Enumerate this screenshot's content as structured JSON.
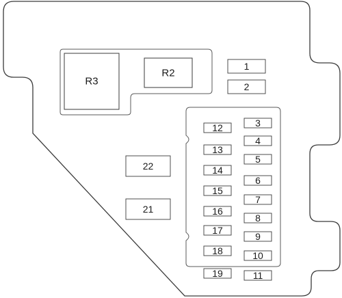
{
  "relays": [
    {
      "id": "R3",
      "label": "R3"
    },
    {
      "id": "R2",
      "label": "R2"
    }
  ],
  "fuses": [
    {
      "id": "f1",
      "label": "1"
    },
    {
      "id": "f2",
      "label": "2"
    },
    {
      "id": "f3",
      "label": "3"
    },
    {
      "id": "f4",
      "label": "4"
    },
    {
      "id": "f5",
      "label": "5"
    },
    {
      "id": "f6",
      "label": "6"
    },
    {
      "id": "f7",
      "label": "7"
    },
    {
      "id": "f8",
      "label": "8"
    },
    {
      "id": "f9",
      "label": "9"
    },
    {
      "id": "f10",
      "label": "10"
    },
    {
      "id": "f11",
      "label": "11"
    },
    {
      "id": "f12",
      "label": "12"
    },
    {
      "id": "f13",
      "label": "13"
    },
    {
      "id": "f14",
      "label": "14"
    },
    {
      "id": "f15",
      "label": "15"
    },
    {
      "id": "f16",
      "label": "16"
    },
    {
      "id": "f17",
      "label": "17"
    },
    {
      "id": "f18",
      "label": "18"
    },
    {
      "id": "f19",
      "label": "19"
    },
    {
      "id": "f21",
      "label": "21"
    },
    {
      "id": "f22",
      "label": "22"
    }
  ]
}
